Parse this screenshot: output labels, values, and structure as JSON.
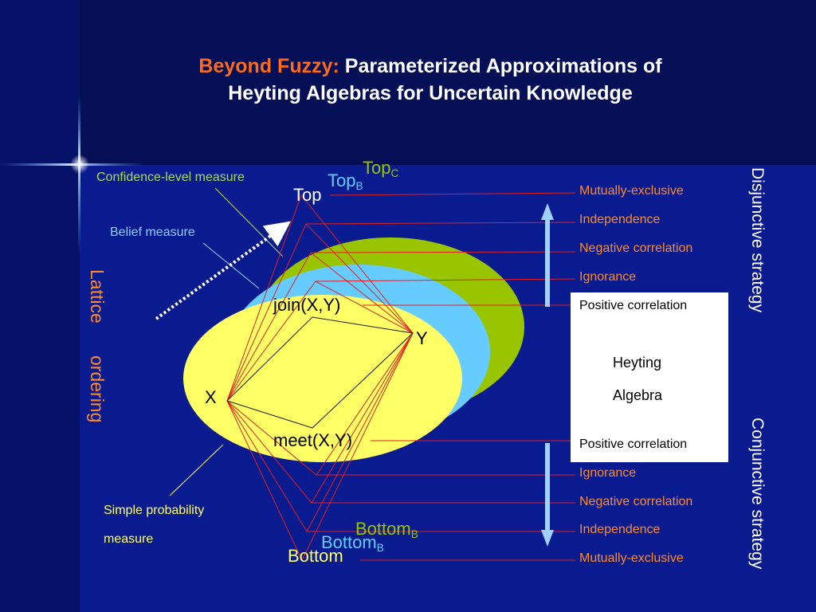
{
  "title": {
    "highlight": "Beyond Fuzzy:",
    "line1": " Parameterized Approximations of",
    "line2": "Heyting Algebras for Uncertain Knowledge"
  },
  "labels": {
    "confidence": "Confidence-level measure",
    "belief": "Belief measure",
    "simple_prob_1": "Simple probability",
    "simple_prob_2": "measure",
    "lattice_1": "Lattice",
    "lattice_2": "ordering",
    "top": "Top",
    "top_b": "Top",
    "top_b_sub": "B",
    "top_c": "Top",
    "top_c_sub": "C",
    "bottom": "Bottom",
    "bottom_b_light": "Bottom",
    "bottom_b_light_sub": "B",
    "bottom_b_green": "Bottom",
    "bottom_b_green_sub": "B",
    "join": "join(X,Y)",
    "meet": "meet(X,Y)",
    "x": "X",
    "y": "Y"
  },
  "disjunctive": {
    "items": [
      "Mutually-exclusive",
      "Independence",
      "Negative correlation",
      "Ignorance",
      "Positive correlation"
    ],
    "strategy": "Disjunctive strategy"
  },
  "conjunctive": {
    "items": [
      "Positive correlation",
      "Ignorance",
      "Negative correlation",
      "Independence",
      "Mutually-exclusive"
    ],
    "strategy": "Conjunctive strategy"
  },
  "heyting": {
    "line1": "Heyting",
    "line2": "Algebra"
  },
  "colors": {
    "background": "#0a1a8f",
    "title_accent": "#ff6a1a",
    "ellipse_green": "#99c400",
    "ellipse_blue": "#66ccff",
    "ellipse_yellow": "#ffff66",
    "orange_text": "#ff8a2a",
    "red_lines": "#e02020"
  }
}
